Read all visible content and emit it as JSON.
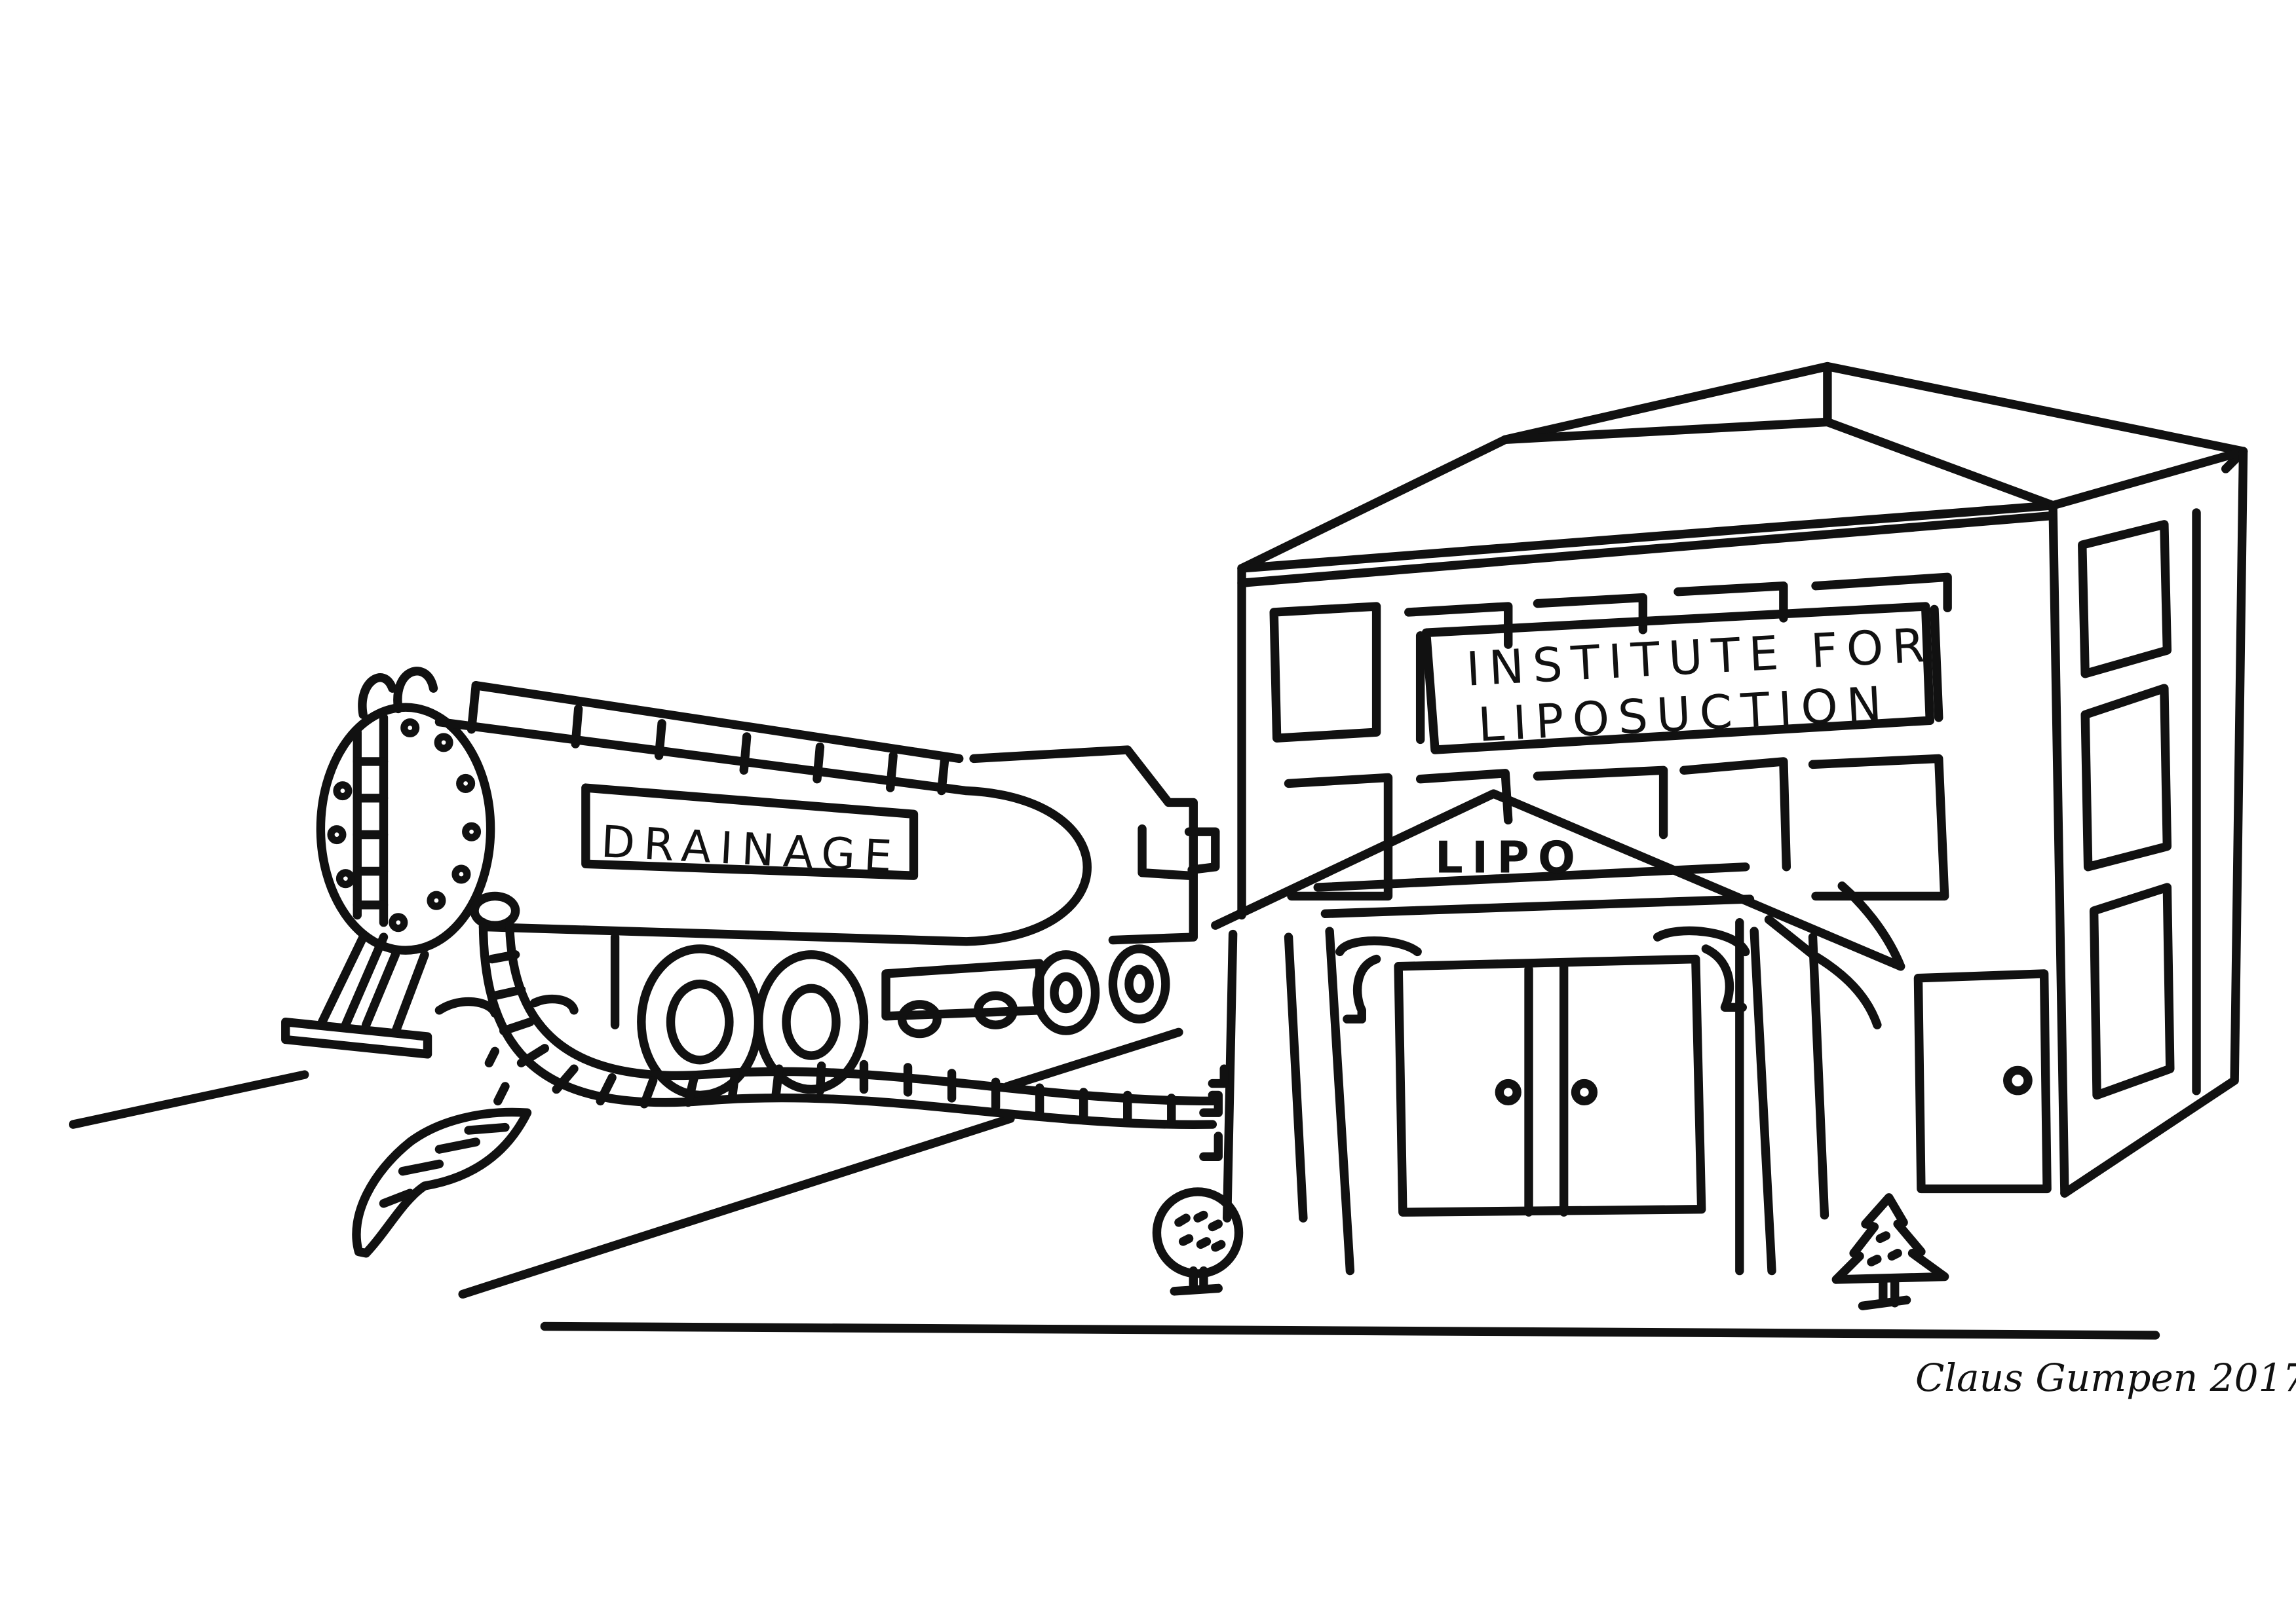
{
  "cartoon": {
    "tanker_label": "DRAINAGE",
    "building_sign_line1": "INSTITUTE FOR",
    "building_sign_line2": "LIPOSUCTION",
    "portico_label": "LIPO",
    "signature": "Claus Gumpen 2017"
  },
  "colors": {
    "ink": "#111111",
    "paper": "#ffffff"
  }
}
